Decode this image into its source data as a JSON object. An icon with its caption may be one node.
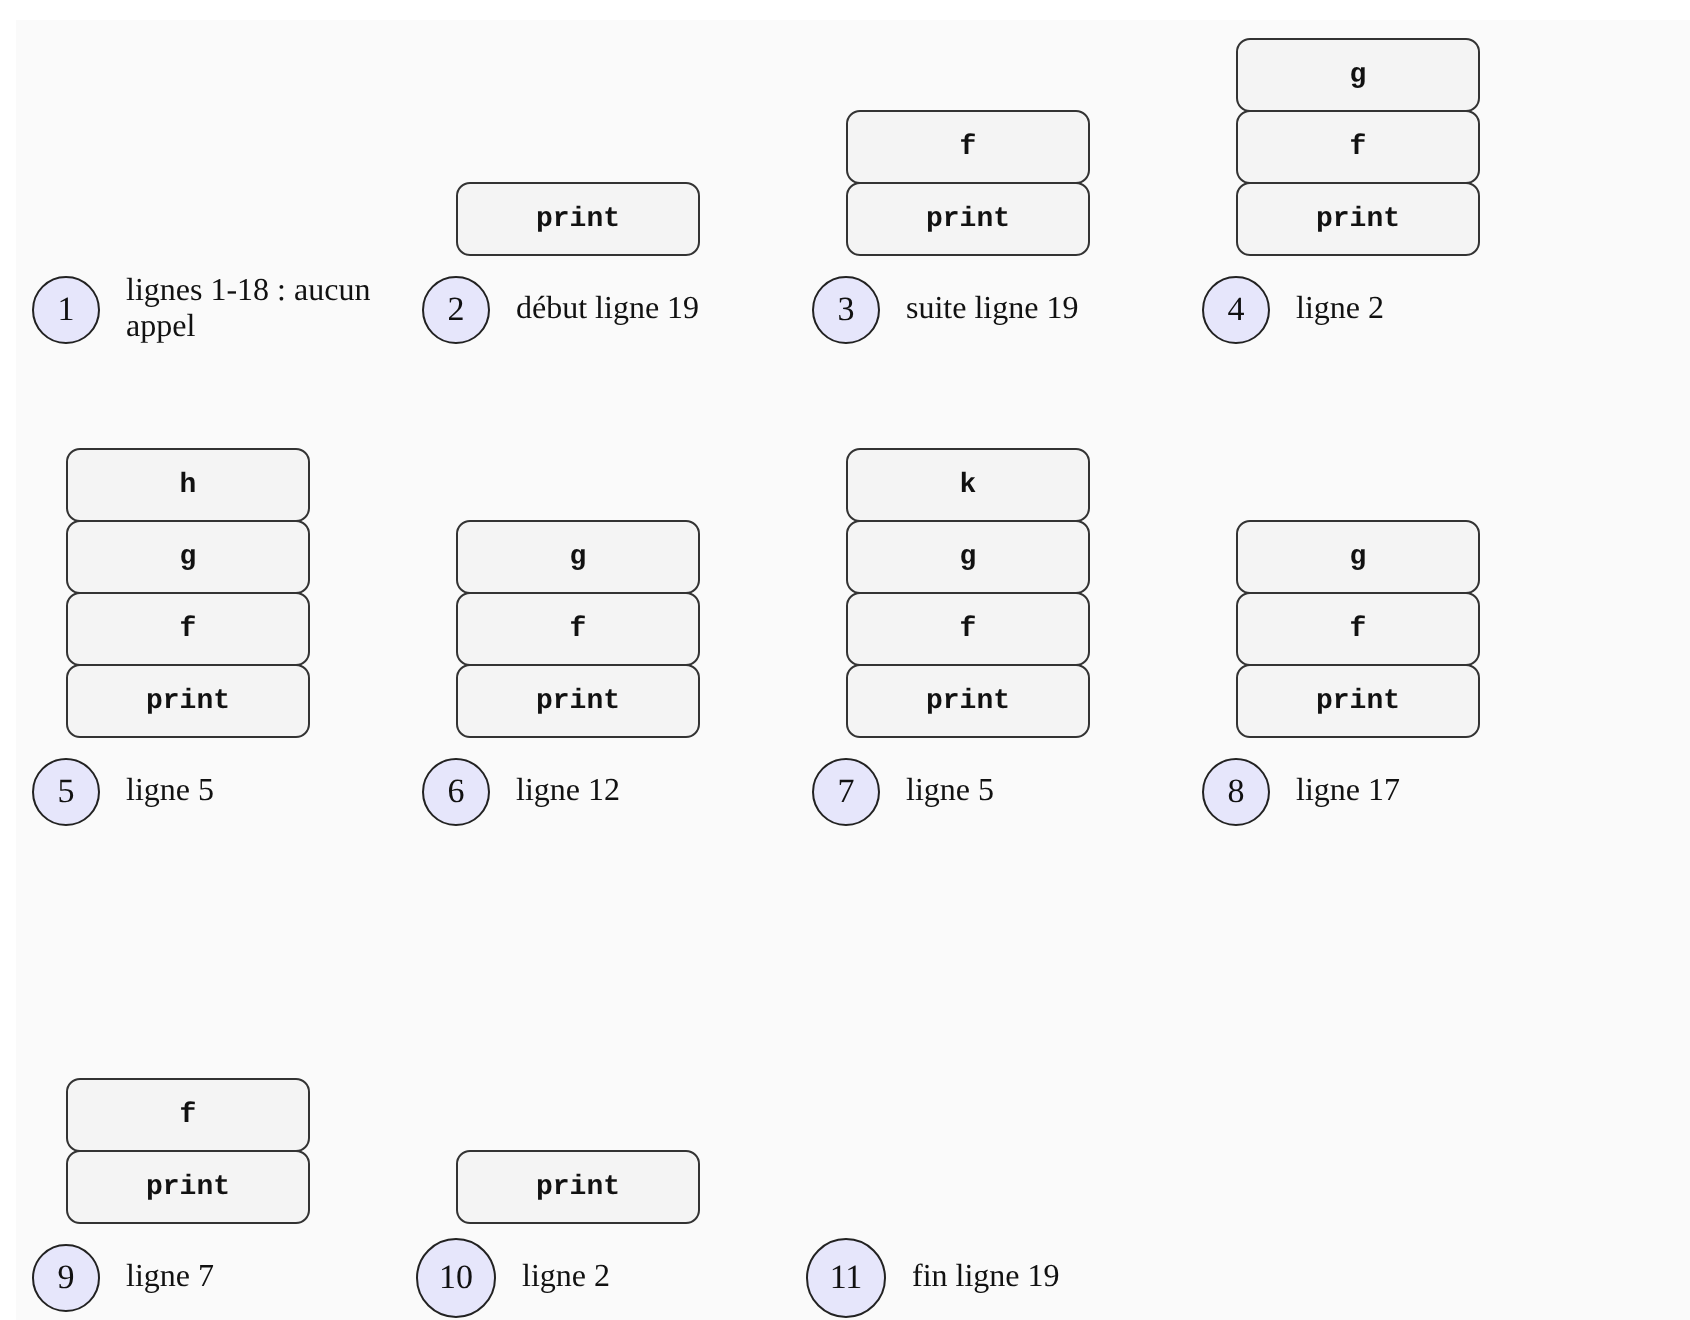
{
  "diagram": {
    "nodes": [
      {
        "text": [
          "1"
        ],
        "beside": [
          "lignes 1-18 : aucun appel"
        ]
      },
      {
        "text": [
          "print"
        ]
      },
      {
        "text": [
          "2"
        ],
        "beside": [
          "début ligne 19"
        ]
      },
      {
        "text": [
          "f"
        ]
      },
      {
        "text": [
          "print"
        ]
      },
      {
        "text": [
          "3"
        ],
        "beside": [
          "suite ligne 19"
        ]
      },
      {
        "text": [
          "g"
        ]
      },
      {
        "text": [
          "f"
        ]
      },
      {
        "text": [
          "print"
        ]
      },
      {
        "text": [
          "4"
        ],
        "beside": [
          "ligne 2"
        ]
      },
      {
        "text": [
          "h"
        ]
      },
      {
        "text": [
          "g"
        ]
      },
      {
        "text": [
          "f"
        ]
      },
      {
        "text": [
          "print"
        ]
      },
      {
        "text": [
          "5"
        ],
        "beside": [
          "ligne 5"
        ]
      },
      {
        "text": [
          "g"
        ]
      },
      {
        "text": [
          "f"
        ]
      },
      {
        "text": [
          "print"
        ]
      },
      {
        "text": [
          "6"
        ],
        "beside": [
          "ligne 12"
        ]
      },
      {
        "text": [
          "k"
        ]
      },
      {
        "text": [
          "g"
        ]
      },
      {
        "text": [
          "f"
        ]
      },
      {
        "text": [
          "print"
        ]
      },
      {
        "text": [
          "7"
        ],
        "beside": [
          "ligne 5"
        ]
      },
      {
        "text": [
          "g"
        ]
      },
      {
        "text": [
          "f"
        ]
      },
      {
        "text": [
          "print"
        ]
      },
      {
        "text": [
          "8"
        ],
        "beside": [
          "ligne 17"
        ]
      },
      {
        "text": [
          "f"
        ]
      },
      {
        "text": [
          "print"
        ]
      },
      {
        "text": [
          "9"
        ],
        "beside": [
          "ligne 7"
        ]
      },
      {
        "text": [
          "print"
        ]
      },
      {
        "text": [
          "10"
        ],
        "beside": [
          "ligne 2"
        ]
      },
      {
        "text": [
          "11"
        ],
        "beside": [
          "fin ligne 19"
        ]
      }
    ]
  }
}
